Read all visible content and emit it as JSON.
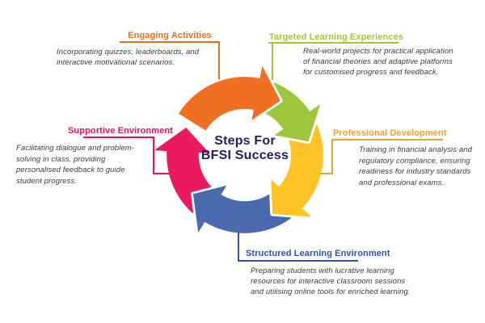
{
  "center": {
    "line1": "Steps For",
    "line2": "BFSI Success",
    "color": "#24205f"
  },
  "steps": [
    {
      "label": "Engaging Activities",
      "color": "#e76f22",
      "description": "Incorporating quizzes, leaderboards, and\ninteractive motivational scenarios."
    },
    {
      "label": "Targeted Learning Experiences",
      "color": "#a3c53c",
      "description": "Real-world projects for practical application\nof financial theories and adaptive platforms\nfor customised progress and feedback."
    },
    {
      "label": "Professional Development",
      "color": "#efa42b",
      "description": "Training in financial analysis and\nregulatory compliance, ensuring\nreadiness for industry standards\nand professional exams."
    },
    {
      "label": "Structured Learning Environment",
      "color": "#2c55a5",
      "description": "Preparing students with lucrative learning\nresources for interactive classroom sessions\nand utilising online tools for enriched learning."
    },
    {
      "label": "Supportive Environment",
      "color": "#e8115c",
      "description": "Facilitating dialogue and problem-\nsolving in class, providing\npersonalised feedback to guide\nstudent progress."
    }
  ],
  "diagram": {
    "segments": [
      {
        "name": "engaging-activities",
        "color": "#f06f21"
      },
      {
        "name": "targeted-learning-experiences",
        "color": "#9fc63d"
      },
      {
        "name": "professional-development",
        "color": "#fdc327"
      },
      {
        "name": "structured-learning-environment",
        "color": "#4a6ab0"
      },
      {
        "name": "supportive-environment",
        "color": "#eb1a5f"
      }
    ]
  }
}
